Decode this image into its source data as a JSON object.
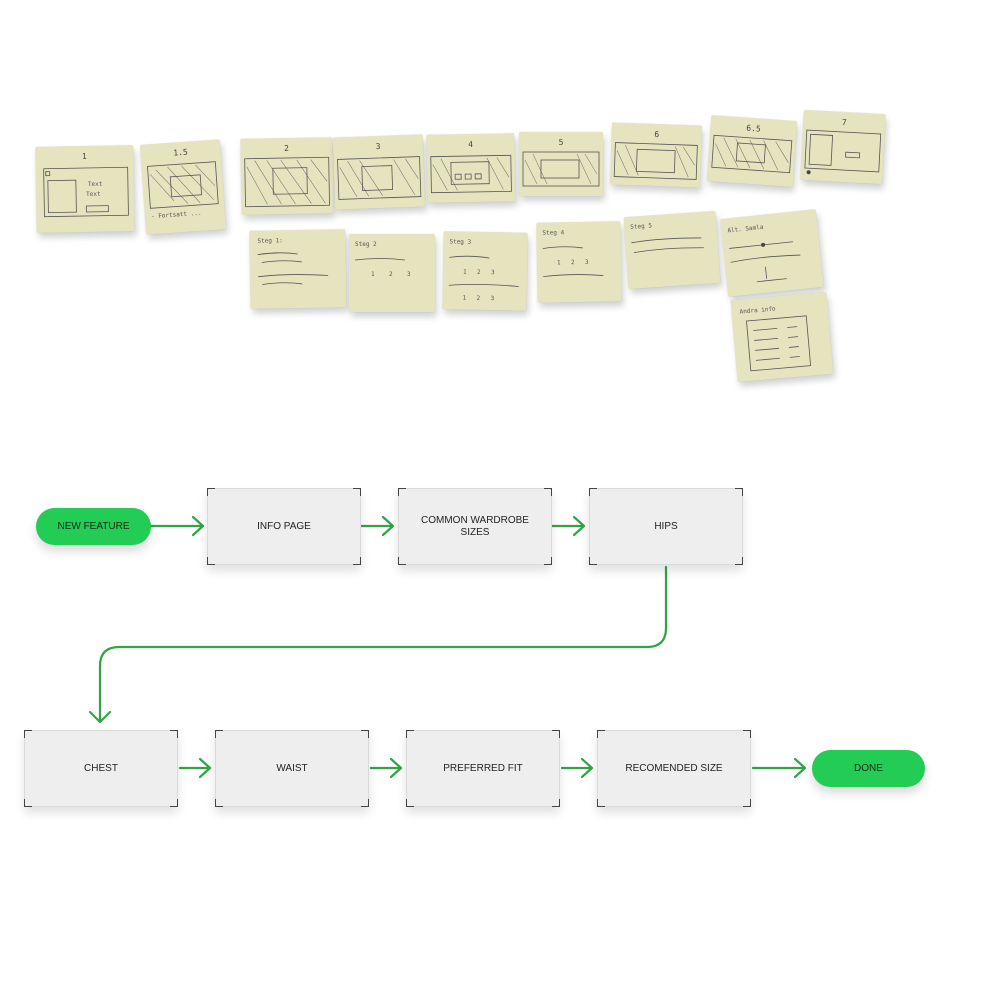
{
  "sketch_notes": {
    "top_row": [
      "1",
      "1.5",
      "2",
      "3",
      "4",
      "5",
      "6",
      "6.5",
      "7"
    ],
    "bottom_row": [
      "Steg 1:",
      "Steg 2",
      "Steg 3",
      "Steg 4",
      "Steg 5",
      "Alt. Samla",
      "Andra info"
    ]
  },
  "flow": {
    "start": "NEW FEATURE",
    "steps": [
      "INFO PAGE",
      "COMMON WARDROBE SIZES",
      "HIPS",
      "CHEST",
      "WAIST",
      "PREFERRED FIT",
      "RECOMENDED SIZE"
    ],
    "end": "DONE",
    "accent_color": "#22cc55",
    "arrow_color": "#2fa545"
  }
}
